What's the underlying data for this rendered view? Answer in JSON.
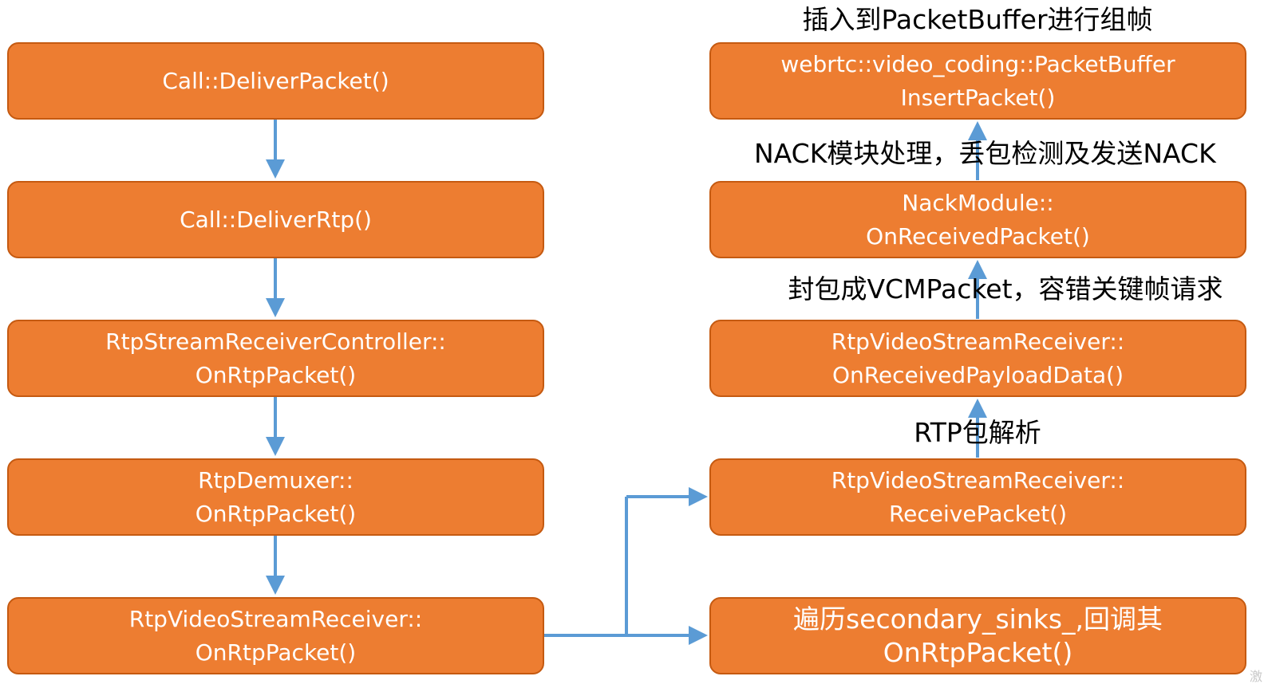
{
  "left_chain": [
    {
      "lines": [
        "Call::DeliverPacket()"
      ]
    },
    {
      "lines": [
        "Call::DeliverRtp()"
      ]
    },
    {
      "lines": [
        "RtpStreamReceiverController::",
        "OnRtpPacket()"
      ]
    },
    {
      "lines": [
        "RtpDemuxer::",
        "OnRtpPacket()"
      ]
    },
    {
      "lines": [
        "RtpVideoStreamReceiver::",
        "OnRtpPacket()"
      ]
    }
  ],
  "right_chain": [
    {
      "lines": [
        "webrtc::video_coding::PacketBuffer",
        "InsertPacket()"
      ]
    },
    {
      "lines": [
        "NackModule::",
        "OnReceivedPacket()"
      ]
    },
    {
      "lines": [
        "RtpVideoStreamReceiver::",
        "OnReceivedPayloadData()"
      ]
    },
    {
      "lines": [
        "RtpVideoStreamReceiver::",
        "ReceivePacket()"
      ]
    },
    {
      "lines": [
        "遍历secondary_sinks_,回调其",
        "OnRtpPacket()"
      ]
    }
  ],
  "step_labels": {
    "insert": "插入到PacketBuffer进行组帧",
    "nack": "NACK模块处理，丢包检测及发送NACK",
    "vcm": "封包成VCMPacket，容错关键帧请求",
    "parse": "RTP包解析"
  },
  "watermark": "激",
  "colors": {
    "box_fill": "#ED7D31",
    "box_border": "#C55A11",
    "box_text": "#FFFFFF",
    "arrow": "#5B9BD5",
    "label_text": "#000000"
  }
}
